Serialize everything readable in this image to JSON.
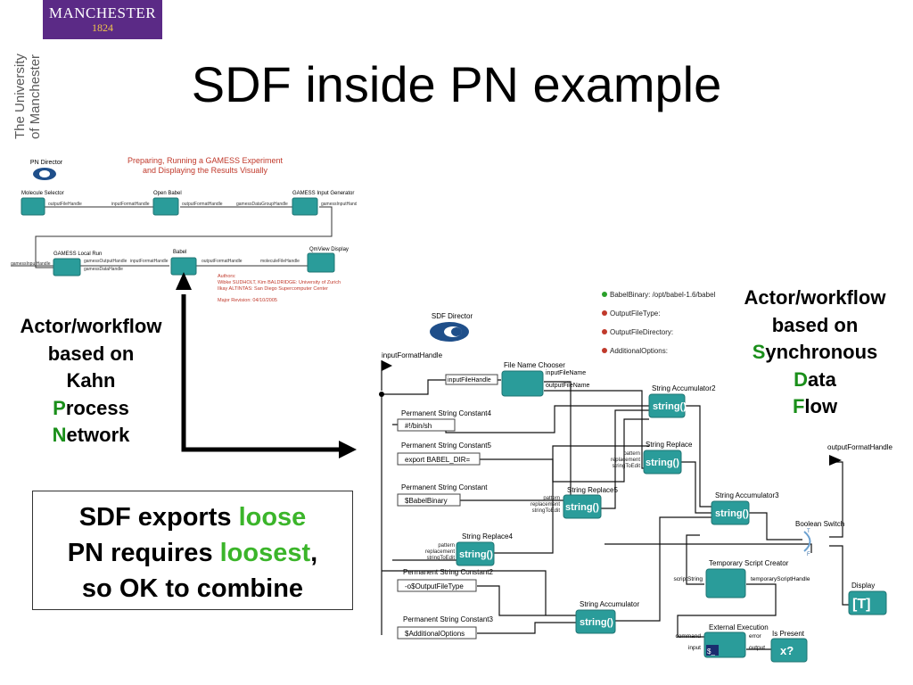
{
  "logo": {
    "line1": "MANCHESTER",
    "line2": "1824"
  },
  "university": {
    "line1": "The University",
    "line2": "of Manchester"
  },
  "title": "SDF inside PN example",
  "left_caption": {
    "l1": "Actor/workflow",
    "l2": "based on",
    "l3": "Kahn",
    "l4a": "P",
    "l4b": "rocess",
    "l5a": "N",
    "l5b": "etwork"
  },
  "right_caption": {
    "l1": "Actor/workflow",
    "l2": "based on",
    "l3a": "S",
    "l3b": "ynchronous",
    "l4a": "D",
    "l4b": "ata",
    "l5a": "F",
    "l5b": "low"
  },
  "summary_box": {
    "l1a": "SDF exports ",
    "l1b": "loose",
    "l2a": "PN requires ",
    "l2b": "loosest",
    "l2c": ",",
    "l3": "so OK to combine"
  },
  "pn_workflow": {
    "director": "PN Director",
    "heading1": "Preparing, Running a GAMESS Experiment",
    "heading2": "and Displaying the Results Visually",
    "actors": [
      "Molecule Selector",
      "Open Babel",
      "GAMESS Input Generator",
      "GAMESS Local Run",
      "Babel",
      "QmView Display"
    ],
    "ports": [
      "outputFileHandle",
      "inputFormatHandle",
      "outputFormatHandle",
      "gamessDataGroupHandle",
      "gamessInputHandle",
      "gamessInputHandle",
      "gamessOutputHandle",
      "gamessDataHandle",
      "inputFormatHandle",
      "outputFormatHandle",
      "moleculeFileHandle"
    ],
    "authors_label": "Authors:",
    "authors1": "Wibke SUDHOLT, Kim BALDRIDGE: University of Zurich",
    "authors2": "Ilkay ALTINTAS: San Diego Supercomputer Center",
    "revision": "Major Revision: 04/10/2005"
  },
  "sdf_workflow": {
    "director": "SDF Director",
    "parameters": [
      "BabelBinary: /opt/babel-1.6/babel",
      "OutputFileType:",
      "OutputFileDirectory:",
      "AdditionalOptions:"
    ],
    "input_port": "inputFormatHandle",
    "output_port": "outputFormatHandle",
    "file_name_chooser": {
      "label": "File Name Chooser",
      "in": "inputFileHandle",
      "out1": "inputFileName",
      "out2": "outputFileName"
    },
    "constants": [
      {
        "label": "Permanent String Constant4",
        "value": "#!/bin/sh"
      },
      {
        "label": "Permanent String Constant5",
        "value": "export BABEL_DIR="
      },
      {
        "label": "Permanent String Constant",
        "value": "$BabelBinary"
      },
      {
        "label": "Permanent String Constant2",
        "value": "-o$OutputFileType"
      },
      {
        "label": "Permanent String Constant3",
        "value": "$AdditionalOptions"
      }
    ],
    "accumulators": [
      "String Accumulator2",
      "String Accumulator3",
      "String Accumulator"
    ],
    "replacers": [
      "String Replace",
      "String Replace5",
      "String Replace4"
    ],
    "string_actor_text": "string()",
    "replace_ports": [
      "pattern",
      "replacement",
      "stringToEdit"
    ],
    "boolean_switch": "Boolean Switch",
    "switch_ports": [
      "T",
      "F"
    ],
    "temp_script": {
      "label": "Temporary Script Creator",
      "in": "scriptString",
      "out": "temporaryScriptHandle"
    },
    "external": {
      "label": "External Execution",
      "in1": "command",
      "in2": "input",
      "out1": "error",
      "out2": "output",
      "icon": "$_"
    },
    "is_present": {
      "label": "Is Present",
      "icon": "x?"
    },
    "display": {
      "label": "Display",
      "icon": "[T]"
    }
  },
  "colors": {
    "actor": "#2a9c9a",
    "actor_dark": "#1f7473",
    "logo_bg": "#5b2a86",
    "accent_green": "#1a8f1a",
    "loose_green": "#3bb52a",
    "pn_title_red": "#c0392b"
  }
}
